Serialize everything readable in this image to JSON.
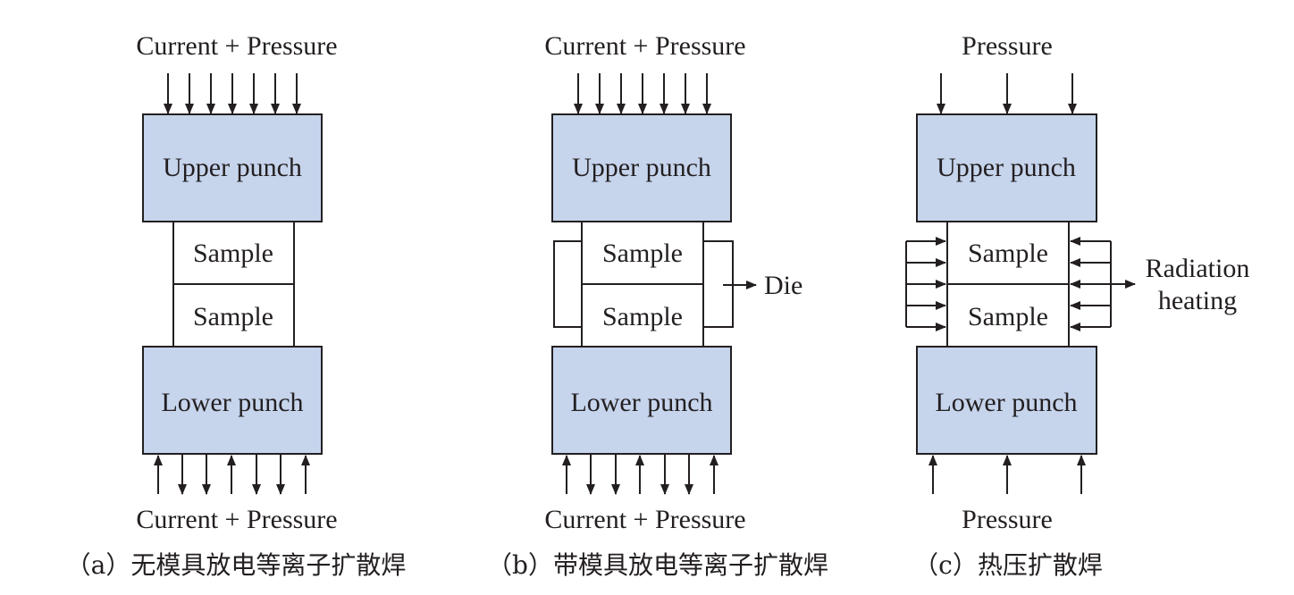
{
  "colors": {
    "punch_fill": "#c6d4ec",
    "line": "#231f20",
    "background": "#ffffff"
  },
  "icons": {
    "arrow": "arrow-icon"
  },
  "panels": [
    {
      "top_label": "Current + Pressure",
      "upper": "Upper punch",
      "sample1": "Sample",
      "sample2": "Sample",
      "lower": "Lower punch",
      "bottom_label": "Current + Pressure",
      "caption": "（a）无模具放电等离子扩散焊"
    },
    {
      "top_label": "Current + Pressure",
      "upper": "Upper punch",
      "sample1": "Sample",
      "sample2": "Sample",
      "lower": "Lower punch",
      "bottom_label": "Current + Pressure",
      "die_label": "Die",
      "caption": "（b）带模具放电等离子扩散焊"
    },
    {
      "top_label": "Pressure",
      "upper": "Upper punch",
      "sample1": "Sample",
      "sample2": "Sample",
      "lower": "Lower punch",
      "bottom_label": "Pressure",
      "radiation_label_1": "Radiation",
      "radiation_label_2": "heating",
      "caption": "（c）热压扩散焊"
    }
  ]
}
